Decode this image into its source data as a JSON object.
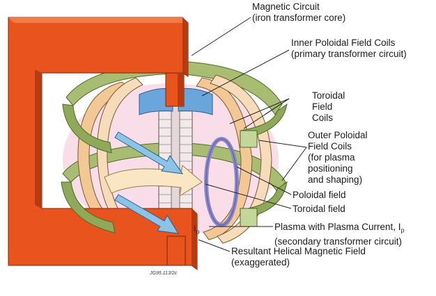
{
  "labels": {
    "magnetic_circuit": [
      "Magnetic Circuit",
      "(iron transformer core)"
    ],
    "inner_poloidal": [
      "Inner Poloidal Field Coils",
      "(primary transformer circuit)"
    ],
    "toroidal_coils": [
      "Toroidal",
      "Field",
      "Coils"
    ],
    "outer_poloidal": [
      "Outer Poloidal",
      "Field Coils",
      "(for plasma",
      "positioning",
      "and shaping)"
    ],
    "poloidal_field": "Poloidal field",
    "toroidal_field": "Toroidal field",
    "plasma_current": {
      "text": "Plasma with Plasma Current, I",
      "sub": "p"
    },
    "plasma_current_note": "(secondary transformer circuit)",
    "helical": [
      "Resultant Helical Magnetic Field",
      "(exaggerated)"
    ],
    "ip_marker": {
      "text": "I",
      "sub": "p"
    }
  },
  "credit": "JG95.113/2c",
  "colors": {
    "iron_core": "#e8531e",
    "iron_core_dark": "#b83a10",
    "coil_green": "#8fa85a",
    "coil_green_dark": "#5e7a32",
    "toroidal_coil": "#f2c896",
    "plasma_pink": "#f6c6d8",
    "arrow_blue": "#8cc4e8",
    "cap_blue": "#6aa6dc"
  }
}
